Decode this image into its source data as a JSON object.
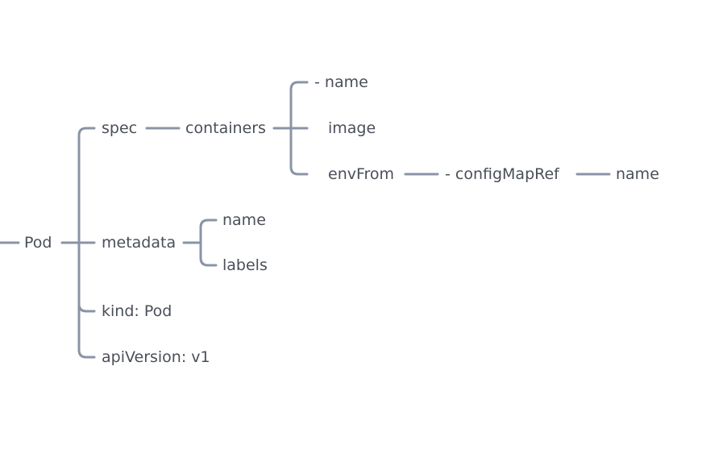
{
  "mindmap": {
    "root": "Pod",
    "spec": "spec",
    "containers": "containers",
    "container_name": "- name",
    "container_image": "image",
    "container_envFrom": "envFrom",
    "configMapRef": "- configMapRef",
    "configMapRef_name": "name",
    "metadata": "metadata",
    "metadata_name": "name",
    "metadata_labels": "labels",
    "kind": "kind: Pod",
    "apiVersion": "apiVersion: v1"
  },
  "colors": {
    "line": "#8a94a6",
    "text": "#4a4f58",
    "background": "#ffffff"
  }
}
